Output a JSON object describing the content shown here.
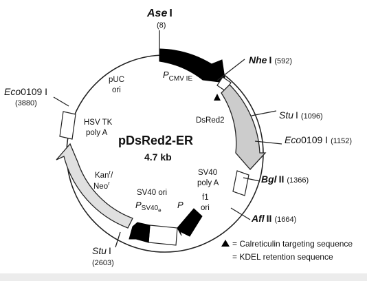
{
  "plasmid": {
    "name": "pDsRed2-ER",
    "size": "4.7 kb"
  },
  "sites": {
    "ase": {
      "name_it": "Ase",
      "name_roman": "I",
      "pos": "(8)"
    },
    "nhe": {
      "name_it": "Nhe",
      "name_roman": "I",
      "pos": "(592)"
    },
    "stu_top": {
      "name_it": "Stu",
      "name_roman": "I",
      "pos": "(1096)"
    },
    "eco_right": {
      "name_it": "Eco",
      "name_roman": "0109 I",
      "pos": "(1152)"
    },
    "bgl": {
      "name_it": "Bgl",
      "name_roman": "II",
      "pos": "(1366)"
    },
    "afl": {
      "name_it": "Afl",
      "name_roman": "II",
      "pos": "(1664)"
    },
    "stu_bottom": {
      "name_it": "Stu",
      "name_roman": "I",
      "pos": "(2603)"
    },
    "eco_left": {
      "name_it": "Eco",
      "name_roman": "0109 I",
      "pos": "(3880)"
    }
  },
  "features": {
    "pcmv_p": "P",
    "pcmv_sub": "CMV IE",
    "dsred2": "DsRed2",
    "puc": "pUC",
    "puc_ori": "ori",
    "hsv_line1": "HSV TK",
    "hsv_line2": "poly A",
    "kan": "Kan",
    "kan_sup": "r",
    "neo": "Neo",
    "neo_sup": "r",
    "sv40pa_line1": "SV40",
    "sv40pa_line2": "poly A",
    "f1": "f1",
    "f1_ori": "ori",
    "sv40ori": "SV40 ori",
    "psv40_p": "P",
    "psv40_sub": "SV40",
    "psv40_subsub": "e",
    "p_label": "P"
  },
  "legend": {
    "triangle_text": "= Calreticulin targeting sequence",
    "kdel_text": "= KDEL retention sequence"
  },
  "colors": {
    "black_arrow": "#000000",
    "dsred_arrow": "#cccccc",
    "kan_arrow": "#e0e0e0",
    "backbone": "#222222"
  }
}
